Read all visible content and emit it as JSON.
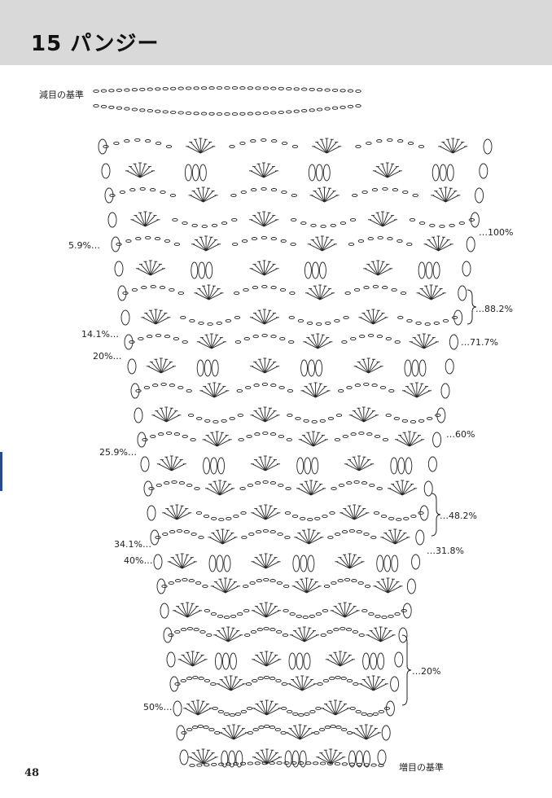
{
  "header": {
    "number": "15",
    "title": "パンジー"
  },
  "page_number": "48",
  "labels": {
    "decrease_base": "減目の基準",
    "increase_base": "増目の基準"
  },
  "left_percents": [
    "5.9%…",
    "14.1%…",
    "20%…",
    "25.9%…",
    "34.1%…",
    "40%…",
    "50%…"
  ],
  "right_percents": [
    "…100%",
    "…88.2%",
    "…71.7%",
    "…60%",
    "…48.2%",
    "…31.8%",
    "…20%"
  ],
  "colors": {
    "header_bg": "#d9d9d9",
    "ink": "#222222",
    "edge_mark": "#2a4a8a"
  }
}
